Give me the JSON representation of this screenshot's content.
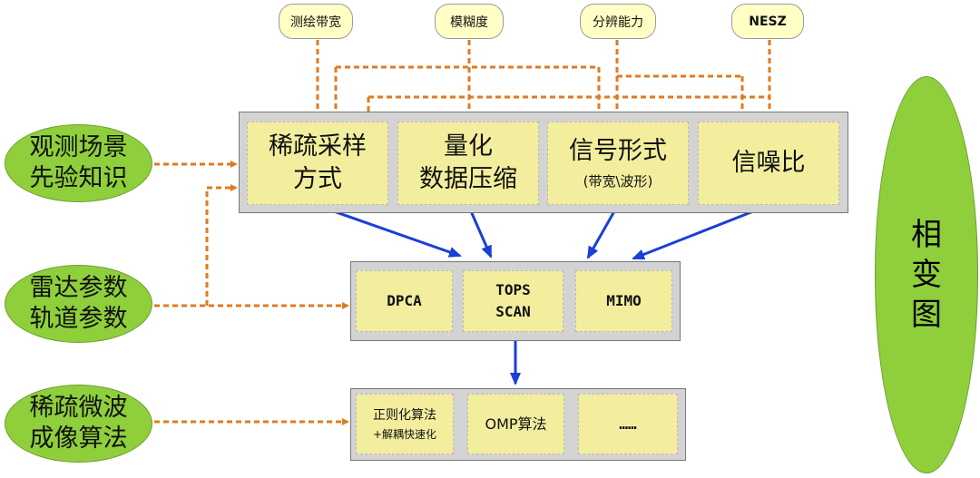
{
  "top_params": [
    "测绘带宽",
    "模糊度",
    "分辨能力",
    "NESZ"
  ],
  "left_inputs": {
    "prior": [
      "观测场景",
      "先验知识"
    ],
    "radar": [
      "雷达参数",
      "轨道参数"
    ],
    "sparse": [
      "稀疏微波",
      "成像算法"
    ]
  },
  "design_factors": {
    "sampling": [
      "稀疏采样",
      "方式"
    ],
    "quantization": [
      "量化",
      "数据压缩"
    ],
    "signal_form": "信号形式",
    "signal_form_note": "(带宽\\波形)",
    "snr": "信噪比"
  },
  "modes": {
    "dpca": "DPCA",
    "tops_scan": [
      "TOPS",
      "SCAN"
    ],
    "mimo": "MIMO"
  },
  "algorithms": {
    "regularization": [
      "正则化算法",
      "+解耦快速化"
    ],
    "omp": "OMP算法",
    "more": "……"
  },
  "phase_diagram": [
    "相",
    "变",
    "图"
  ],
  "colors": {
    "dashed_arrow": "#e07a22",
    "solid_arrow": "#1a3fd6",
    "ellipse_fill": "#8fcf3c",
    "box_fill": "#f3ee9e",
    "panel_fill": "#d3d3d3",
    "pill_fill": "#ffffc6"
  }
}
